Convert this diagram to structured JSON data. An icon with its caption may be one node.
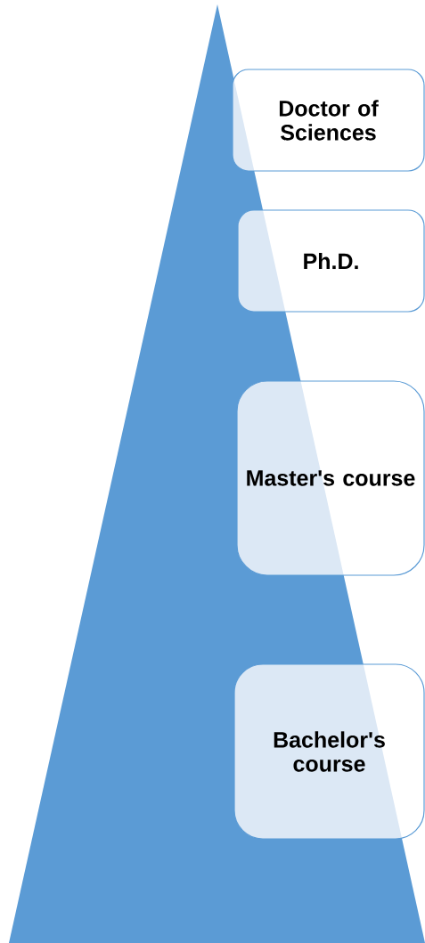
{
  "diagram": {
    "nodes": [
      {
        "text": [
          "Doctor of Sciences"
        ]
      },
      {
        "text": [
          "Ph.D."
        ]
      },
      {
        "text": [
          "Master's course"
        ]
      },
      {
        "text": [
          "Bachelor's course"
        ]
      }
    ]
  }
}
